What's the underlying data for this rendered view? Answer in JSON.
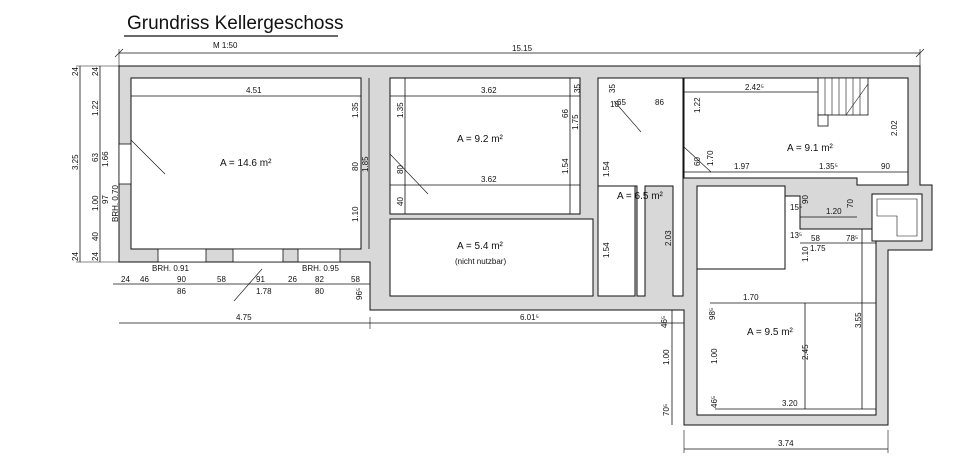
{
  "title": "Grundriss Kellergeschoss",
  "scale": "M 1:50",
  "rooms": {
    "r1": "A = 14.6 m²",
    "r2": "A = 9.2 m²",
    "r3": "A = 6.5 m²",
    "r4": "A = 9.1 m²",
    "r5": "A = 5.4 m²",
    "r5_note": "(nicht nutzbar)",
    "r6": "A = 9.5 m²"
  },
  "dims": {
    "total_width": "15.15",
    "left_total": "3.25",
    "d_4_51": "4.51",
    "d_3_62a": "3.62",
    "d_3_62b": "3.62",
    "d_2_42": "2.42⁵",
    "d_1_97": "1.97",
    "d_1_35": "1.35⁵",
    "d_90": "90",
    "d_1_70": "1.70",
    "d_3_20": "3.20",
    "d_3_74": "3.74",
    "d_4_75": "4.75",
    "d_6_01": "6.01⁵",
    "d_1_20": "1.20",
    "d_78": "78⁵",
    "d_58": "58",
    "d_13": "13⁵",
    "d_15": "15⁵",
    "d_1_75": "1.75",
    "d_1_10": "1.10",
    "d_2_02": "2.02",
    "d_1_22": "1.22",
    "d_3_55": "3.55",
    "d_2_45": "2.45",
    "d_2_03": "2.03",
    "d_1_54a": "1.54",
    "d_1_54b": "1.54",
    "d_1_54c": "1.54",
    "d_1_35v": "1.35",
    "d_1_35v2": "1.35",
    "d_1_75v": "1.75",
    "d_1_85": "1.85",
    "d_66": "66",
    "d_65": "65",
    "d_86": "86",
    "d_10": "10",
    "d_35": "35",
    "d_35b": "35",
    "d_60": "60",
    "d_1_70v": "1.70",
    "d_80v": "80",
    "d_80v2": "80",
    "d_40": "40",
    "d_1_10v": "1.10",
    "d_90v": "90",
    "d_70v": "70",
    "d_98": "98⁵",
    "d_1_00a": "1.00",
    "d_1_00b": "1.00",
    "d_46": "46⁵",
    "d_46b": "46⁵",
    "d_70b": "70⁵",
    "l_24a": "24",
    "l_24b": "24",
    "l_1_22": "1.22",
    "l_63": "63",
    "l_1_00": "1.00",
    "l_40": "40",
    "l_24c": "24",
    "l_24d": "24",
    "l_1_66": "1.66",
    "l_97": "97",
    "l_brh70": "BRH. 0.70",
    "b_24": "24",
    "b_46": "46",
    "b_90": "90",
    "b_86": "86",
    "b_58": "58",
    "b_91": "91",
    "b_1_78": "1.78",
    "b_26": "26",
    "b_82": "82",
    "b_80": "80",
    "b_58b": "58",
    "b_96": "96⁵",
    "brh91": "BRH. 0.91",
    "brh95": "BRH. 0.95"
  }
}
